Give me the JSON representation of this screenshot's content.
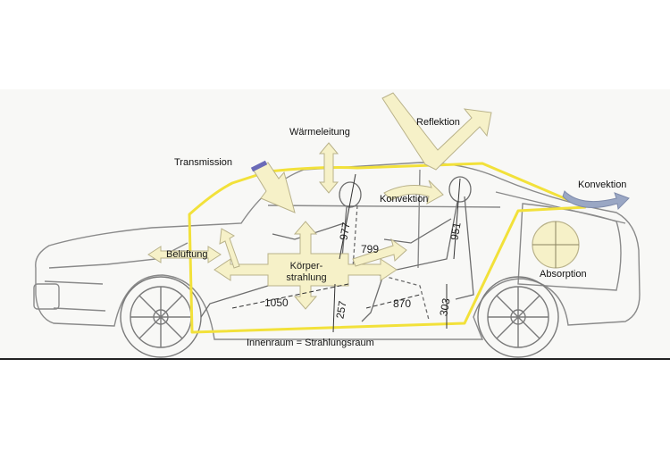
{
  "labels": {
    "transmission": "Transmission",
    "waermeleitung": "Wärmeleitung",
    "reflektion": "Reflektion",
    "konvektion_inside": "Konvektion",
    "konvektion_outside": "Konvektion",
    "belueftung": "Belüftung",
    "koerperstrahlung_line1": "Körper-",
    "koerperstrahlung_line2": "strahlung",
    "absorption": "Absorption",
    "innenraum": "Innenraum = Strahlungsraum"
  },
  "dimensions": {
    "d977": "977",
    "d799": "799",
    "d951": "951",
    "d1050": "1050",
    "d257": "257",
    "d870": "870",
    "d303": "303"
  },
  "colors": {
    "cabin_outline": "#f2e13a",
    "arrow_fill": "#f6f1c8",
    "arrow_stroke": "#b9b28a",
    "car_line": "#8a8a8a",
    "transmission_band": "#6b6bb8",
    "convection_arrow": "#9aa7c4",
    "background_band": "#f7f7f5"
  }
}
